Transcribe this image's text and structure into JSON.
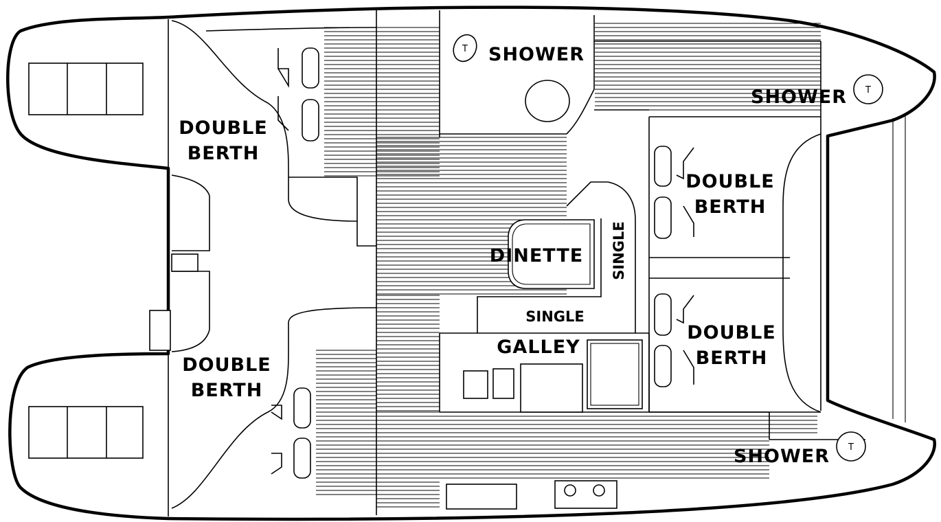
{
  "plan": {
    "labels": {
      "shower_top": "SHOWER",
      "shower_right": "SHOWER",
      "shower_bottom": "SHOWER",
      "double_berth_1a": "DOUBLE",
      "double_berth_1b": "BERTH",
      "double_berth_2a": "DOUBLE",
      "double_berth_2b": "BERTH",
      "double_berth_3a": "DOUBLE",
      "double_berth_3b": "BERTH",
      "double_berth_4a": "DOUBLE",
      "double_berth_4b": "BERTH",
      "dinette": "DINETTE",
      "single_vertical": "SINGLE",
      "single_horizontal": "SINGLE",
      "galley": "GALLEY"
    },
    "toilet_symbol": "T"
  }
}
